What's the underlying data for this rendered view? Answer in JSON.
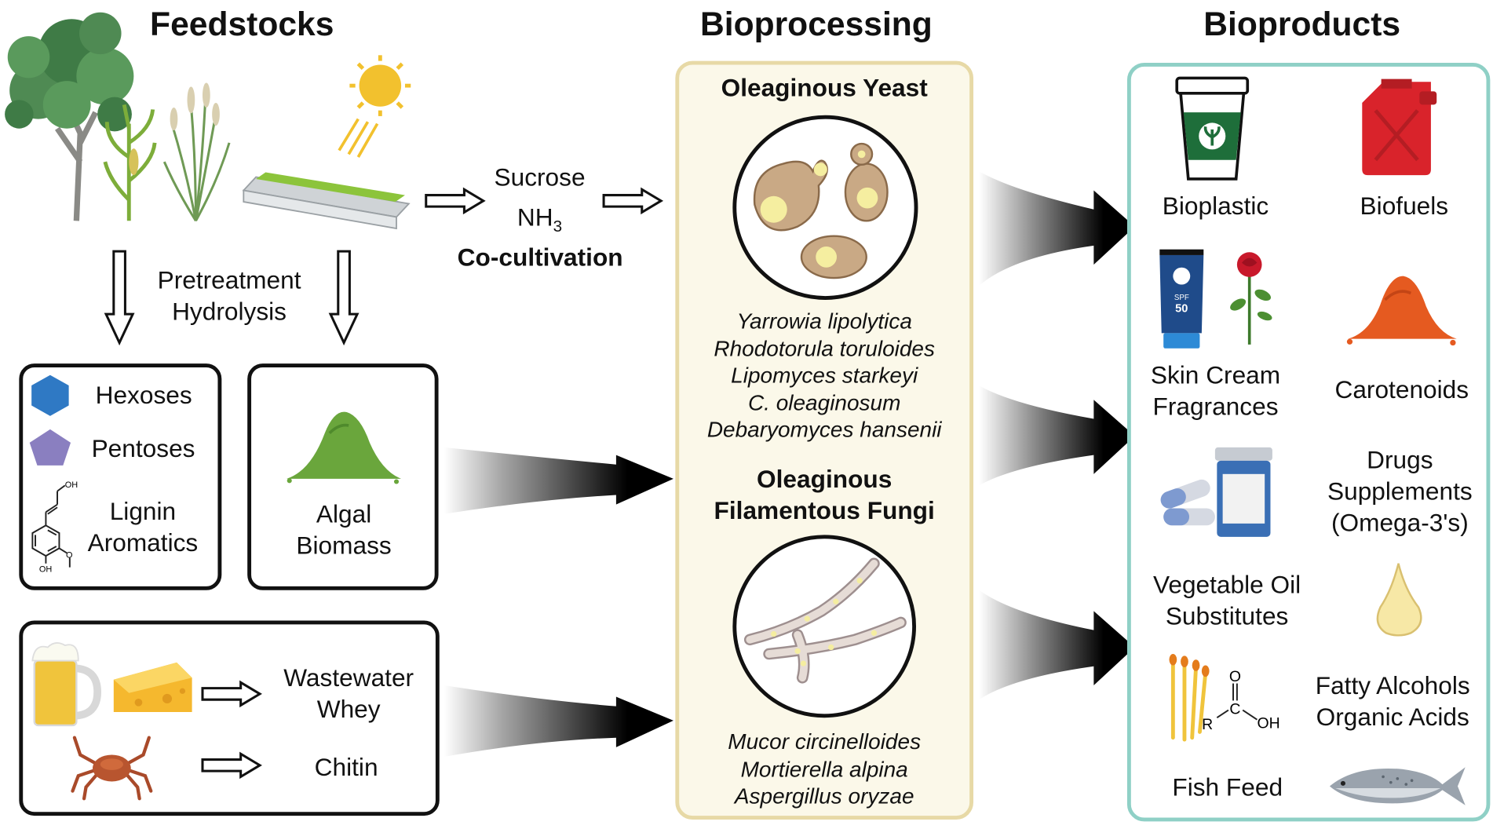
{
  "columns": {
    "feedstocks": "Feedstocks",
    "bioprocessing": "Bioprocessing",
    "bioproducts": "Bioproducts"
  },
  "pretreatment": [
    "Pretreatment",
    "Hydrolysis"
  ],
  "cocultivation": {
    "sucrose": "Sucrose",
    "nh3_base": "NH",
    "nh3_sub": "3",
    "label": "Co-cultivation"
  },
  "sugars": {
    "hexoses": "Hexoses",
    "pentoses": "Pentoses",
    "lignin": [
      "Lignin",
      "Aromatics"
    ]
  },
  "lignin_structure": {
    "oh_top": "OH",
    "oh_bottom": "OH",
    "o": "O"
  },
  "algal": [
    "Algal",
    "Biomass"
  ],
  "waste": {
    "wastewater": [
      "Wastewater",
      "Whey"
    ],
    "chitin": "Chitin"
  },
  "yeast": {
    "title": "Oleaginous Yeast",
    "species": [
      "Yarrowia lipolytica",
      "Rhodotorula toruloides",
      "Lipomyces starkeyi",
      "C. oleaginosum",
      "Debaryomyces hansenii"
    ]
  },
  "fungi": {
    "title": [
      "Oleaginous",
      "Filamentous Fungi"
    ],
    "species": [
      "Mucor circinelloides",
      "Mortierella alpina",
      "Aspergillus oryzae"
    ]
  },
  "products": {
    "bioplastic": "Bioplastic",
    "biofuels": "Biofuels",
    "skin": [
      "Skin Cream",
      "Fragrances"
    ],
    "carotenoids": "Carotenoids",
    "drugs": [
      "Drugs",
      "Supplements",
      "(Omega-3's)"
    ],
    "vegoil": [
      "Vegetable Oil",
      "Substitutes"
    ],
    "fatty": [
      "Fatty Alcohols",
      "Organic Acids"
    ],
    "fishfeed": "Fish Feed"
  },
  "sunscreen": {
    "spf": "SPF",
    "value": "50"
  },
  "acid_structure": {
    "o": "O",
    "r": "R",
    "c": "C",
    "oh": "OH"
  },
  "colors": {
    "hexose": "#2f79c4",
    "pentose": "#8a7fc0",
    "algae": "#6aa63c",
    "yeast_cell": "#c9a985",
    "lipid": "#f5eea0",
    "process_border": "#e7d9a6",
    "product_border": "#8fd0c6"
  }
}
